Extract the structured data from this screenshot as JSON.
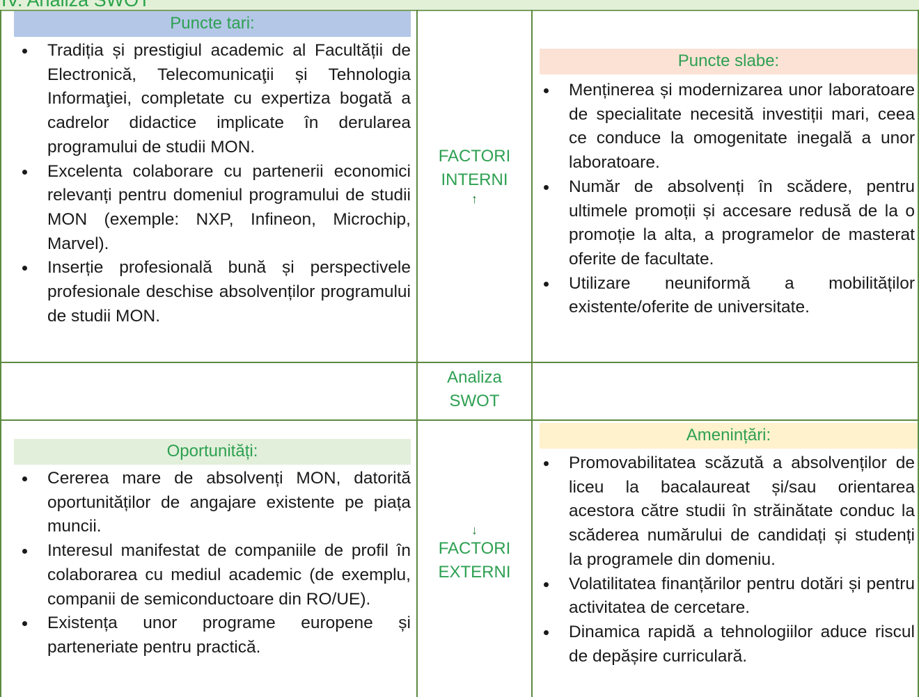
{
  "title": "IV. Analiza SWOT",
  "center": {
    "internal_label_1": "FACTORI",
    "internal_label_2": "INTERNI",
    "internal_arrow": "↑",
    "swot_1": "Analiza",
    "swot_2": "SWOT",
    "external_arrow": "↓",
    "external_label_1": "FACTORI",
    "external_label_2": "EXTERNI"
  },
  "strengths": {
    "heading": "Puncte tari:",
    "items": [
      "Tradiția și prestigiul academic al Facultății de Electronică, Telecomunicaţii și Tehnologia Informaţiei, completate cu expertiza bogată a cadrelor didactice implicate în derularea programului de studii MON.",
      "Excelenta colaborare cu partenerii economici relevanți pentru domeniul programului de studii MON (exemple: NXP, Infineon, Microchip, Marvel).",
      "Inserție profesională bună și perspectivele profesionale deschise absolvenților programului de studii MON."
    ]
  },
  "weaknesses": {
    "heading": "Puncte slabe:",
    "items": [
      "Menținerea și modernizarea unor laboratoare de specialitate necesită investiții mari, ceea ce conduce la omogenitate inegală a unor laboratoare.",
      "Număr de absolvenți în scădere, pentru ultimele promoții și accesare redusă de la o promoție la alta, a programelor de masterat oferite de facultate.",
      "Utilizare neuniformă a mobilităților existente/oferite de universitate."
    ]
  },
  "opportunities": {
    "heading": "Oportunități:",
    "items": [
      "Cererea mare de absolvenți MON, datorită oportunităților de angajare existente pe piața muncii.",
      "Interesul manifestat de companiile de profil în colaborarea cu mediul academic (de exemplu, companii de semiconductoare din RO/UE).",
      "Existența unor programe europene și parteneriate pentru practică."
    ]
  },
  "threats": {
    "heading": "Amenințări:",
    "items": [
      "Promovabilitatea scăzută a absolvenților de liceu la bacalaureat și/sau orientarea acestora către studii în străinătate conduc la scăderea numărului de candidați și studenți la programele din domeniu.",
      "Volatilitatea finanțărilor pentru dotări și pentru activitatea de cercetare.",
      "Dinamica rapidă a tehnologiilor aduce riscul de depășire curriculară."
    ]
  },
  "colors": {
    "strengths_head": "#b4c7e7",
    "weaknesses_head": "#fbe2d5",
    "opportunities_head": "#e2efda",
    "threats_head": "#fff2cc",
    "accent_text": "#2ea052",
    "border": "#5c8a3f"
  }
}
